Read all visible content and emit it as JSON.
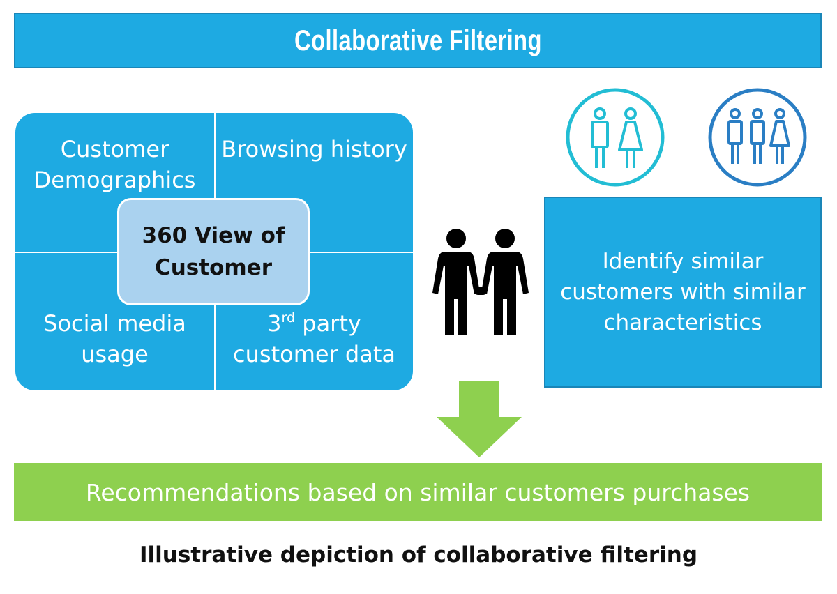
{
  "header": {
    "title": "Collaborative Filtering"
  },
  "customer_view": {
    "top_left": "Customer Demographics",
    "top_right": "Browsing history",
    "bottom_left": "Social media usage",
    "bottom_right_prefix": "3",
    "bottom_right_superscript": "rd",
    "bottom_right_line1_rest": " party",
    "bottom_right_line2": "customer data",
    "center": "360 View of Customer"
  },
  "similar_customers": {
    "text": "Identify similar customers with similar characteristics"
  },
  "recommendation": {
    "text": "Recommendations based on similar customers purchases"
  },
  "caption": {
    "text": "Illustrative depiction of collaborative filtering"
  },
  "icons": {
    "people": "two-people-holding-hands-icon",
    "pair": "man-woman-circle-icon",
    "trio": "group-of-three-circle-icon",
    "arrow": "down-arrow-icon"
  },
  "colors": {
    "blue": "#1eaae2",
    "light_blue": "#aad2ef",
    "green": "#8ed04f",
    "teal": "#22bdd4",
    "dark_blue": "#2a7ec4"
  }
}
